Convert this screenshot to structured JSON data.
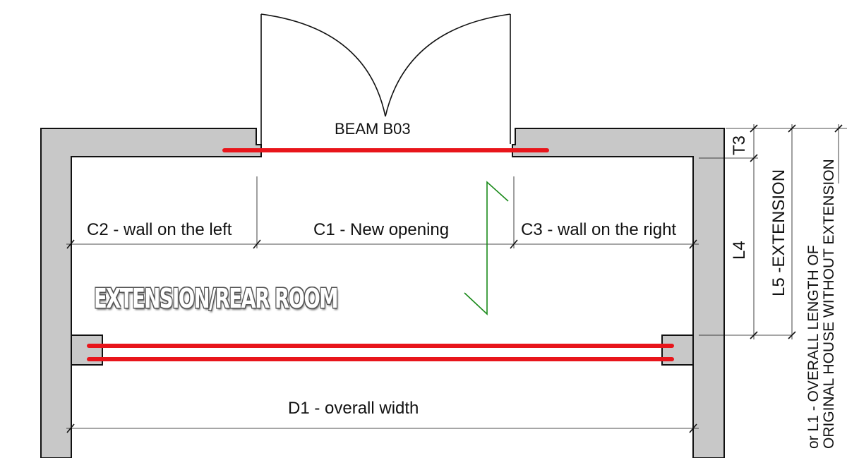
{
  "labels": {
    "beam": "BEAM B03",
    "c2": "C2 - wall on the left",
    "c1": "C1 - New opening",
    "c3": "C3 - wall on the right",
    "room": "EXTENSION/REAR ROOM",
    "d1": "D1 - overall width",
    "t3": "T3",
    "l4": "L4",
    "l5": "L5 -EXTENSION",
    "l1_line1": "or L1 - OVERALL LENGTH OF",
    "l1_line2": "ORIGINAL HOUSE  WITHOUT EXTENSION"
  },
  "colors": {
    "wall_fill": "#c8c8c8",
    "beam": "#e8151b",
    "line": "#111111",
    "break_line": "#1a8a1a"
  }
}
